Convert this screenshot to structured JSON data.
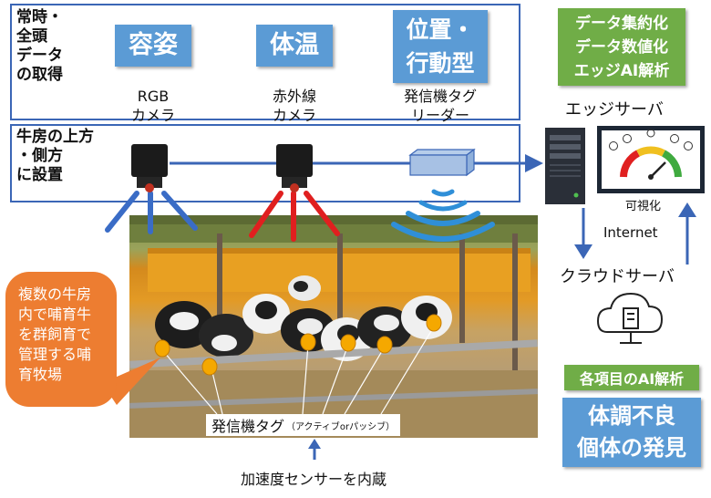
{
  "left_labels": {
    "acquire": "常時・\n全頭\nデータ\nの取得",
    "install": "牛房の上方\n・側方\nに設置"
  },
  "measures": {
    "appearance": "容姿",
    "temperature": "体温",
    "position": "位置・\n行動型"
  },
  "devices": {
    "rgb": "RGB\nカメラ",
    "infrared": "赤外線\nカメラ",
    "tag_reader": "発信機タグ\nリーダー"
  },
  "edge": {
    "functions": "データ集約化\nデータ数値化\nエッジAI解析",
    "server_label": "エッジサーバ",
    "visualize_label": "可視化"
  },
  "network": {
    "internet_label": "Internet",
    "cloud_label": "クラウドサーバ"
  },
  "analysis": {
    "ai_label": "各項目のAI解析",
    "result": "体調不良\n個体の発見"
  },
  "photo": {
    "callout": "複数の牛房\n内で哺育牛\nを群飼育で\n管理する哺\n育牧場",
    "tag_label": "発信機タグ",
    "tag_note": "（アクティブorパッシブ）"
  },
  "sensor_note": "加速度センサーを内蔵",
  "colors": {
    "panel_border": "#3b66b6",
    "blue_box": "#5b9bd5",
    "green_box": "#70ad47",
    "callout": "#ed7d31",
    "ir_beam": "#e01f1f",
    "tag_orange": "#f5a800"
  }
}
